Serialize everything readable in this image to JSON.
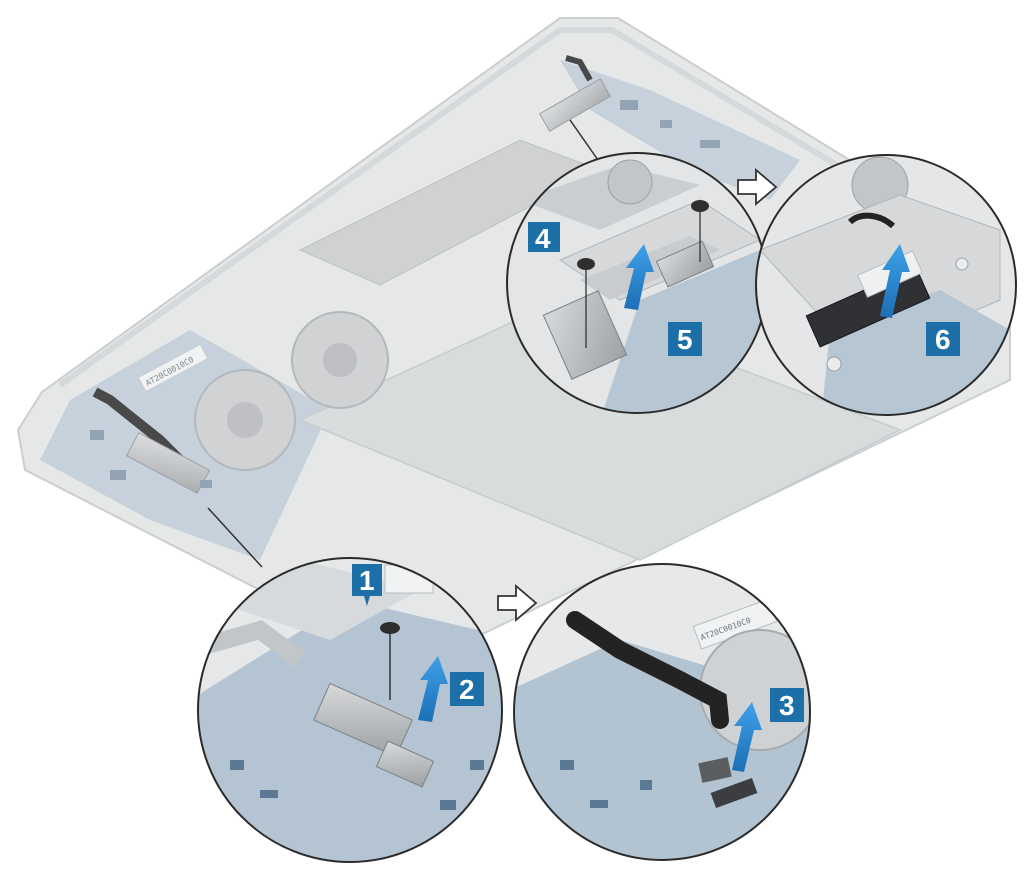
{
  "steps": [
    {
      "number": "1",
      "kind": "screw"
    },
    {
      "number": "2",
      "kind": "bracket-lift"
    },
    {
      "number": "3",
      "kind": "cable-disconnect"
    },
    {
      "number": "4",
      "kind": "screw"
    },
    {
      "number": "5",
      "kind": "bracket-lift"
    },
    {
      "number": "6",
      "kind": "cable-disconnect"
    }
  ],
  "labels": {
    "thermal_module_label": "AT20C0010C0",
    "zoom_label": "AT20C0010C0"
  },
  "colors": {
    "badge": "#1d6fa8",
    "arrow": "#2a8fd6",
    "chassis": "#c9ccce",
    "board": "#9fb3c6",
    "cable": "#2a2a2a",
    "bracket": "#b7b9bb"
  },
  "icons": [
    "screw-icon",
    "lift-arrow-icon",
    "next-step-arrow-icon",
    "magnify-callout-icon"
  ]
}
